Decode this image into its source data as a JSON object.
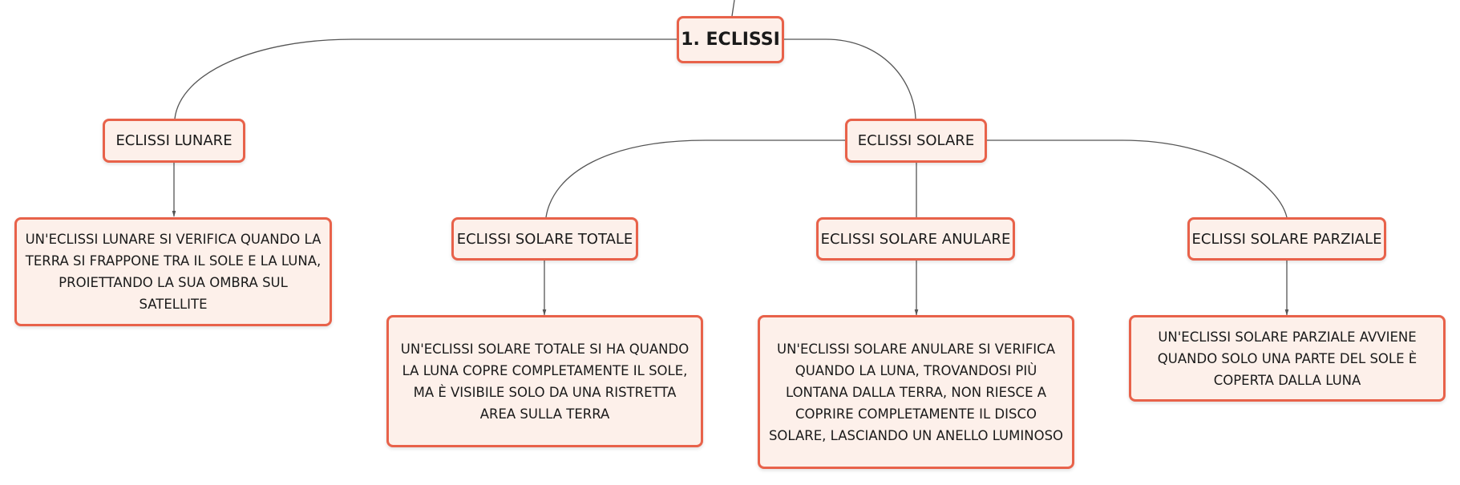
{
  "root": {
    "label": "1. ECLISSI"
  },
  "lunar": {
    "label": "ECLISSI LUNARE",
    "description": "UN'ECLISSI LUNARE SI VERIFICA QUANDO LA TERRA SI FRAPPONE TRA IL SOLE E LA LUNA, PROIETTANDO LA SUA OMBRA SUL SATELLITE"
  },
  "solar": {
    "label": "ECLISSI SOLARE",
    "total": {
      "label": "ECLISSI SOLARE TOTALE",
      "description": "UN'ECLISSI SOLARE TOTALE SI HA QUANDO LA LUNA COPRE COMPLETAMENTE IL SOLE, MA È VISIBILE SOLO DA UNA RISTRETTA AREA SULLA TERRA"
    },
    "annular": {
      "label": "ECLISSI SOLARE ANULARE",
      "description": "UN'ECLISSI SOLARE ANULARE SI VERIFICA QUANDO LA LUNA, TROVANDOSI PIÙ LONTANA DALLA TERRA, NON RIESCE A COPRIRE COMPLETAMENTE IL DISCO SOLARE, LASCIANDO UN ANELLO LUMINOSO"
    },
    "partial": {
      "label": "ECLISSI SOLARE PARZIALE",
      "description": "UN'ECLISSI SOLARE PARZIALE AVVIENE QUANDO SOLO UNA PARTE DEL SOLE È COPERTA DALLA LUNA"
    }
  },
  "colors": {
    "border": "#e8624a",
    "fill": "#fdf0ea",
    "connector": "#555555"
  }
}
